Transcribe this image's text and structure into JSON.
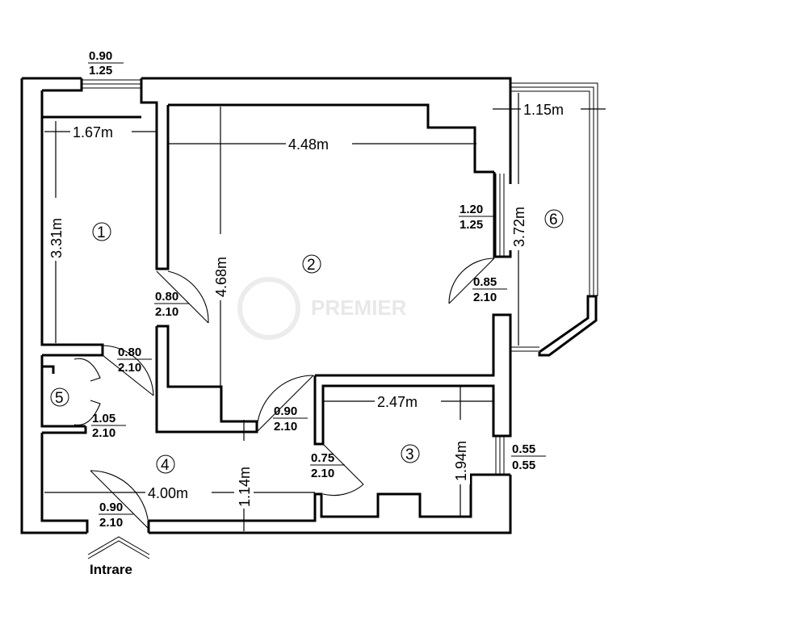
{
  "watermark": "PREMIER",
  "rooms": [
    "1",
    "2",
    "3",
    "4",
    "5",
    "6"
  ],
  "dimensions": {
    "room1_width": "1.67m",
    "room1_length": "3.31m",
    "room2_width": "4.48m",
    "room2_length": "4.68m",
    "balcony_width": "1.15m",
    "balcony_length": "3.72m",
    "room3_width": "2.47m",
    "room3_length": "1.94m",
    "hall_width": "4.00m",
    "hall_depth": "1.14m"
  },
  "openings": {
    "w1": {
      "top": "0.90",
      "bottom": "1.25"
    },
    "w2": {
      "top": "1.20",
      "bottom": "1.25"
    },
    "w3": {
      "top": "0.55",
      "bottom": "0.55"
    },
    "d1": {
      "top": "0.80",
      "bottom": "2.10"
    },
    "d2": {
      "top": "0.85",
      "bottom": "2.10"
    },
    "d3": {
      "top": "0.80",
      "bottom": "2.10"
    },
    "d4": {
      "top": "1.05",
      "bottom": "2.10"
    },
    "d5": {
      "top": "0.90",
      "bottom": "2.10"
    },
    "d6": {
      "top": "0.75",
      "bottom": "2.10"
    },
    "d7": {
      "top": "0.90",
      "bottom": "2.10"
    }
  },
  "entrance_label": "Intrare"
}
